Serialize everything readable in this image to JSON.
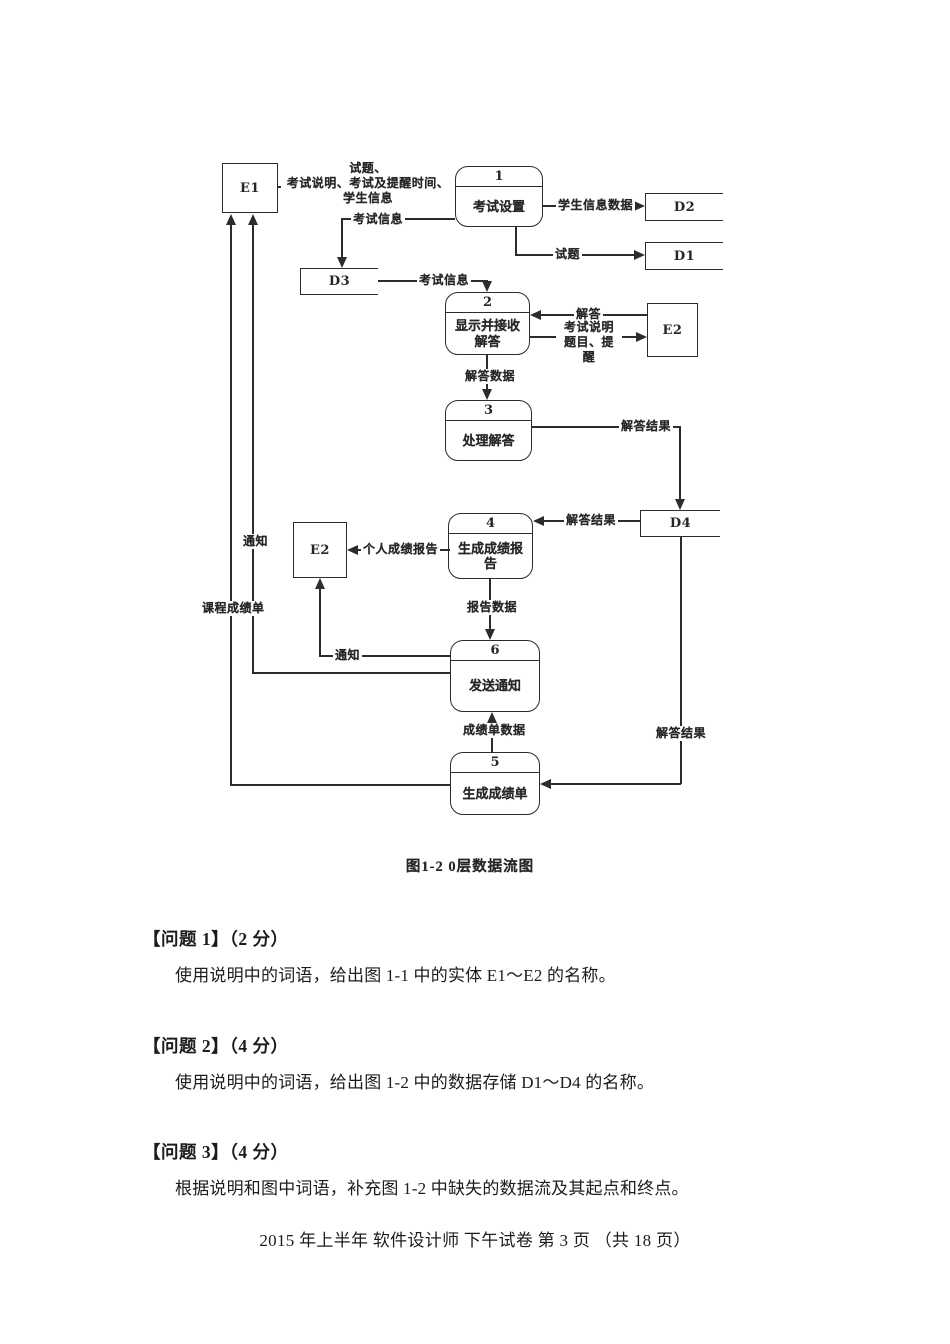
{
  "figure": {
    "caption": "图1-2  0层数据流图",
    "entities": {
      "e1": "E1",
      "e2_top": "E2",
      "e2_side": "E2"
    },
    "stores": {
      "d1": "D1",
      "d2": "D2",
      "d3": "D3",
      "d4": "D4"
    },
    "processes": [
      {
        "num": "1",
        "name": "考试设置"
      },
      {
        "num": "2",
        "name": "显示并接收解答"
      },
      {
        "num": "3",
        "name": "处理解答"
      },
      {
        "num": "4",
        "name": "生成成绩报告"
      },
      {
        "num": "5",
        "name": "生成成绩单"
      },
      {
        "num": "6",
        "name": "发送通知"
      }
    ],
    "flows": {
      "e1_to_p1": "试题、\n考试说明、考试及提醒时间、\n学生信息",
      "p1_to_d2": "学生信息数据",
      "p1_to_d1": "试题",
      "p1_to_d3": "考试信息",
      "d3_to_p2": "考试信息",
      "e2_to_p2": "解答",
      "p2_to_e2": "考试说明\n题目、提醒",
      "p2_to_p3": "解答数据",
      "p3_to_d4": "解答结果",
      "d4_to_p4": "解答结果",
      "p4_to_e2": "个人成绩报告",
      "p4_to_p6": "报告数据",
      "p6_to_e2": "通知",
      "p6_to_e1": "通知",
      "p5_to_p6": "成绩单数据",
      "p5_to_e1": "课程成绩单",
      "d4_to_p5": "解答结果"
    }
  },
  "questions": [
    {
      "heading": "【问题 1】（2 分）",
      "body": "使用说明中的词语，给出图 1-1 中的实体 E1～E2 的名称。"
    },
    {
      "heading": "【问题 2】（4 分）",
      "body": "使用说明中的词语，给出图 1-2 中的数据存储 D1～D4 的名称。"
    },
    {
      "heading": "【问题 3】（4 分）",
      "body": "根据说明和图中词语，补充图 1-2 中缺失的数据流及其起点和终点。"
    }
  ],
  "footer": "2015 年上半年 软件设计师 下午试卷 第 3 页 （共 18 页）"
}
